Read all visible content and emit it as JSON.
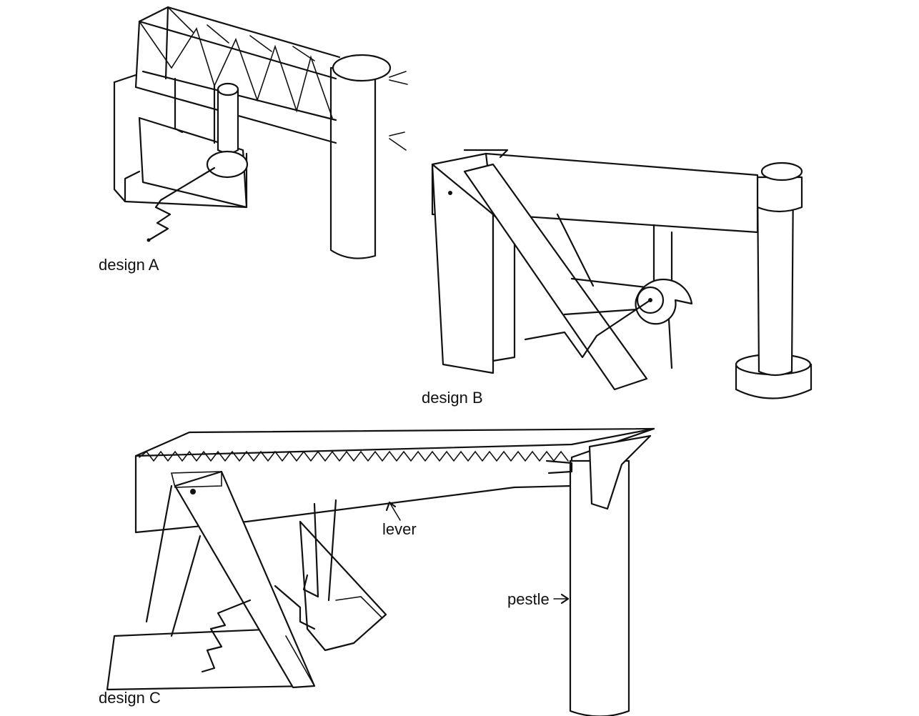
{
  "labels": {
    "design_a": "design A",
    "design_b": "design B",
    "design_c": "design C",
    "lever": "lever",
    "pestle": "pestle"
  },
  "colors": {
    "ink": "#111111",
    "background": "#ffffff"
  }
}
